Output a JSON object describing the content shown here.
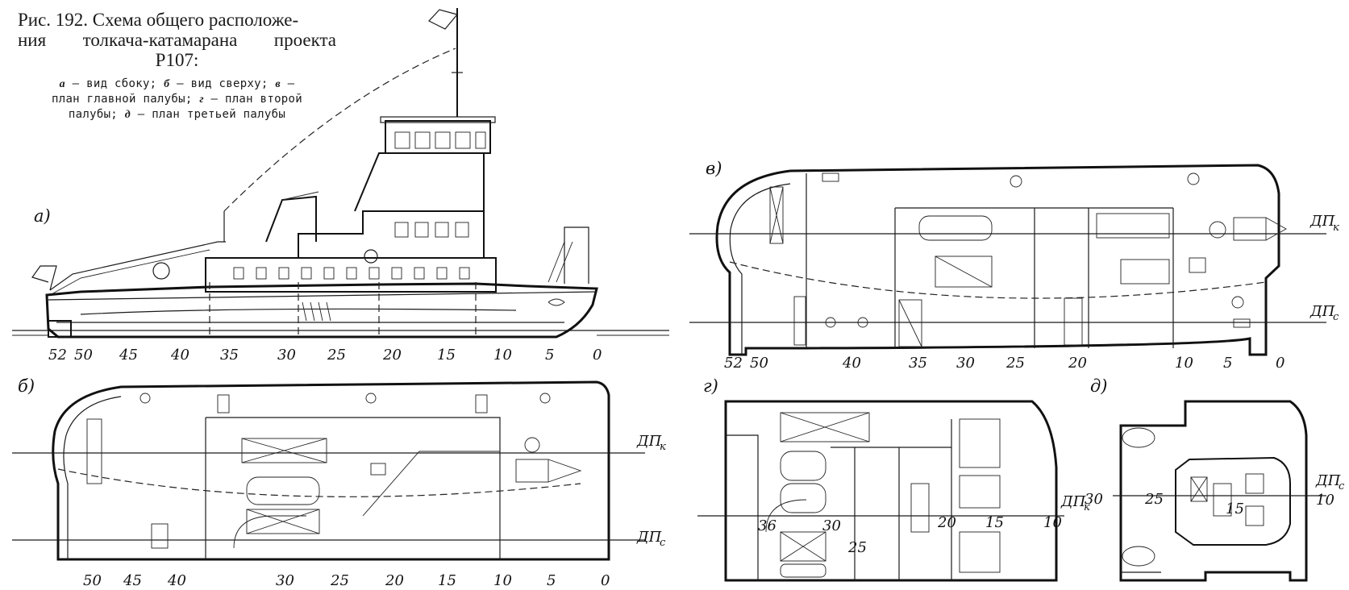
{
  "caption": {
    "title_line1": "Рис. 192. Схема общего расположе-",
    "title_line2": "ния толкача-катамарана проекта",
    "title_line3": "Р107:",
    "legend_a_key": "а",
    "legend_a_text": " — вид сбоку; ",
    "legend_b_key": "б",
    "legend_b_text": " — вид сверху; ",
    "legend_v_key": "в",
    "legend_v_text": " —",
    "legend_line2_pre": "план главной палубы; ",
    "legend_g_key": "г",
    "legend_g_text": " — план второй",
    "legend_line3_pre": "палубы; ",
    "legend_d_key": "д",
    "legend_d_text": " — план третьей палубы"
  },
  "views": {
    "a": "а)",
    "b": "б)",
    "v": "в)",
    "g": "г)",
    "d": "д)"
  },
  "reference_lines": {
    "dp_k_main": "ДП",
    "dp_k_sub": "к",
    "dp_c_main": "ДП",
    "dp_c_sub": "с"
  },
  "frames_side": [
    "52",
    "50",
    "45",
    "40",
    "35",
    "30",
    "25",
    "20",
    "15",
    "10",
    "5",
    "0"
  ],
  "frames_top": [
    "50",
    "45",
    "40",
    "30",
    "25",
    "20",
    "15",
    "10",
    "5",
    "0"
  ],
  "frames_main_deck": [
    "52",
    "50",
    "40",
    "35",
    "30",
    "25",
    "20",
    "10",
    "5",
    "0"
  ],
  "frames_second_deck": [
    "36",
    "30",
    "25",
    "20",
    "15",
    "10"
  ],
  "frames_third_deck": [
    "30",
    "25",
    "15",
    "10"
  ]
}
